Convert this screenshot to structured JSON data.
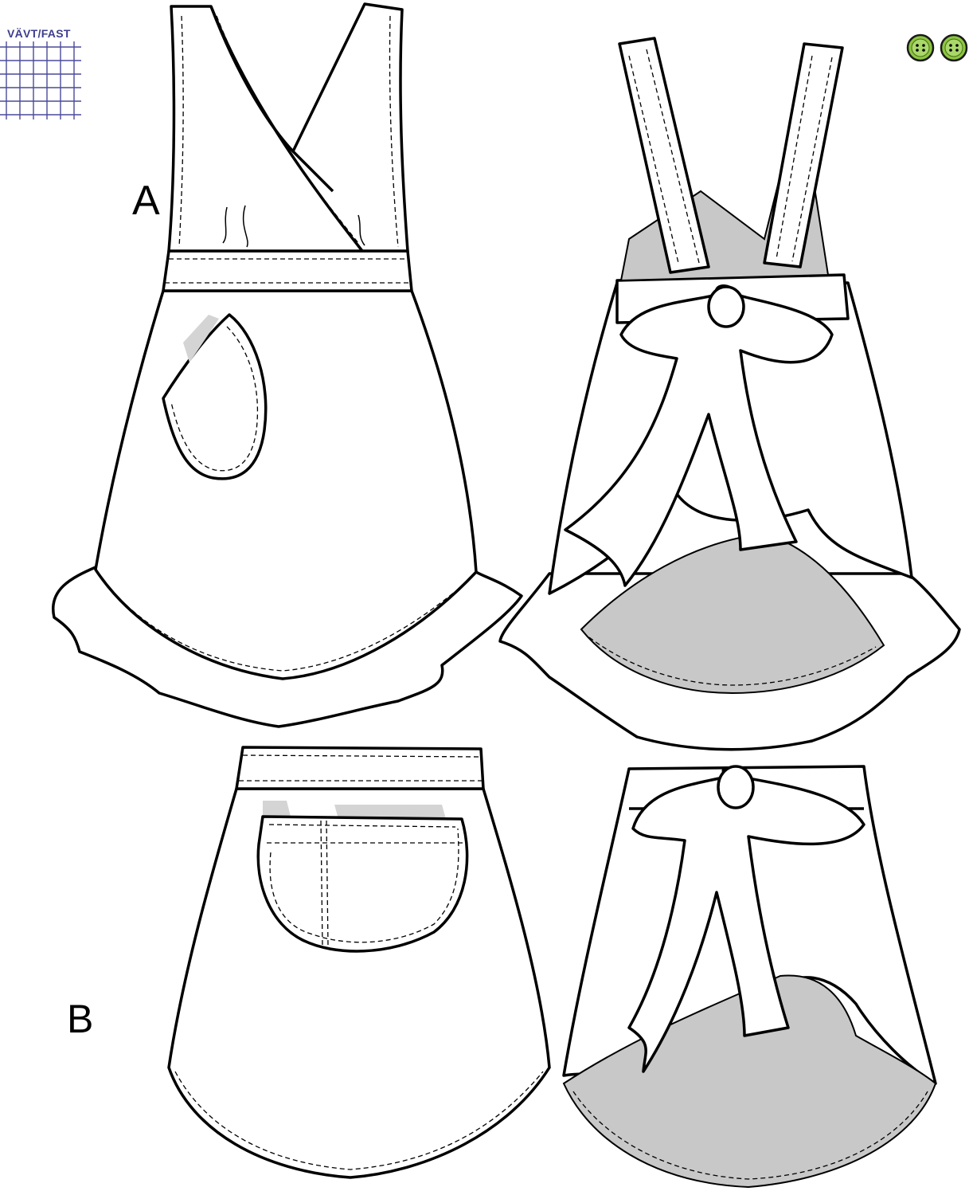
{
  "fabric_type": {
    "label": "VÄVT/FAST",
    "grid_color": "#4a4a9a"
  },
  "views": {
    "a": {
      "label": "A"
    },
    "b": {
      "label": "B"
    }
  },
  "buttons": {
    "count": 2,
    "color": "#8cc63f"
  },
  "colors": {
    "lining_grey": "#c8c8c8",
    "outline": "#000000"
  }
}
